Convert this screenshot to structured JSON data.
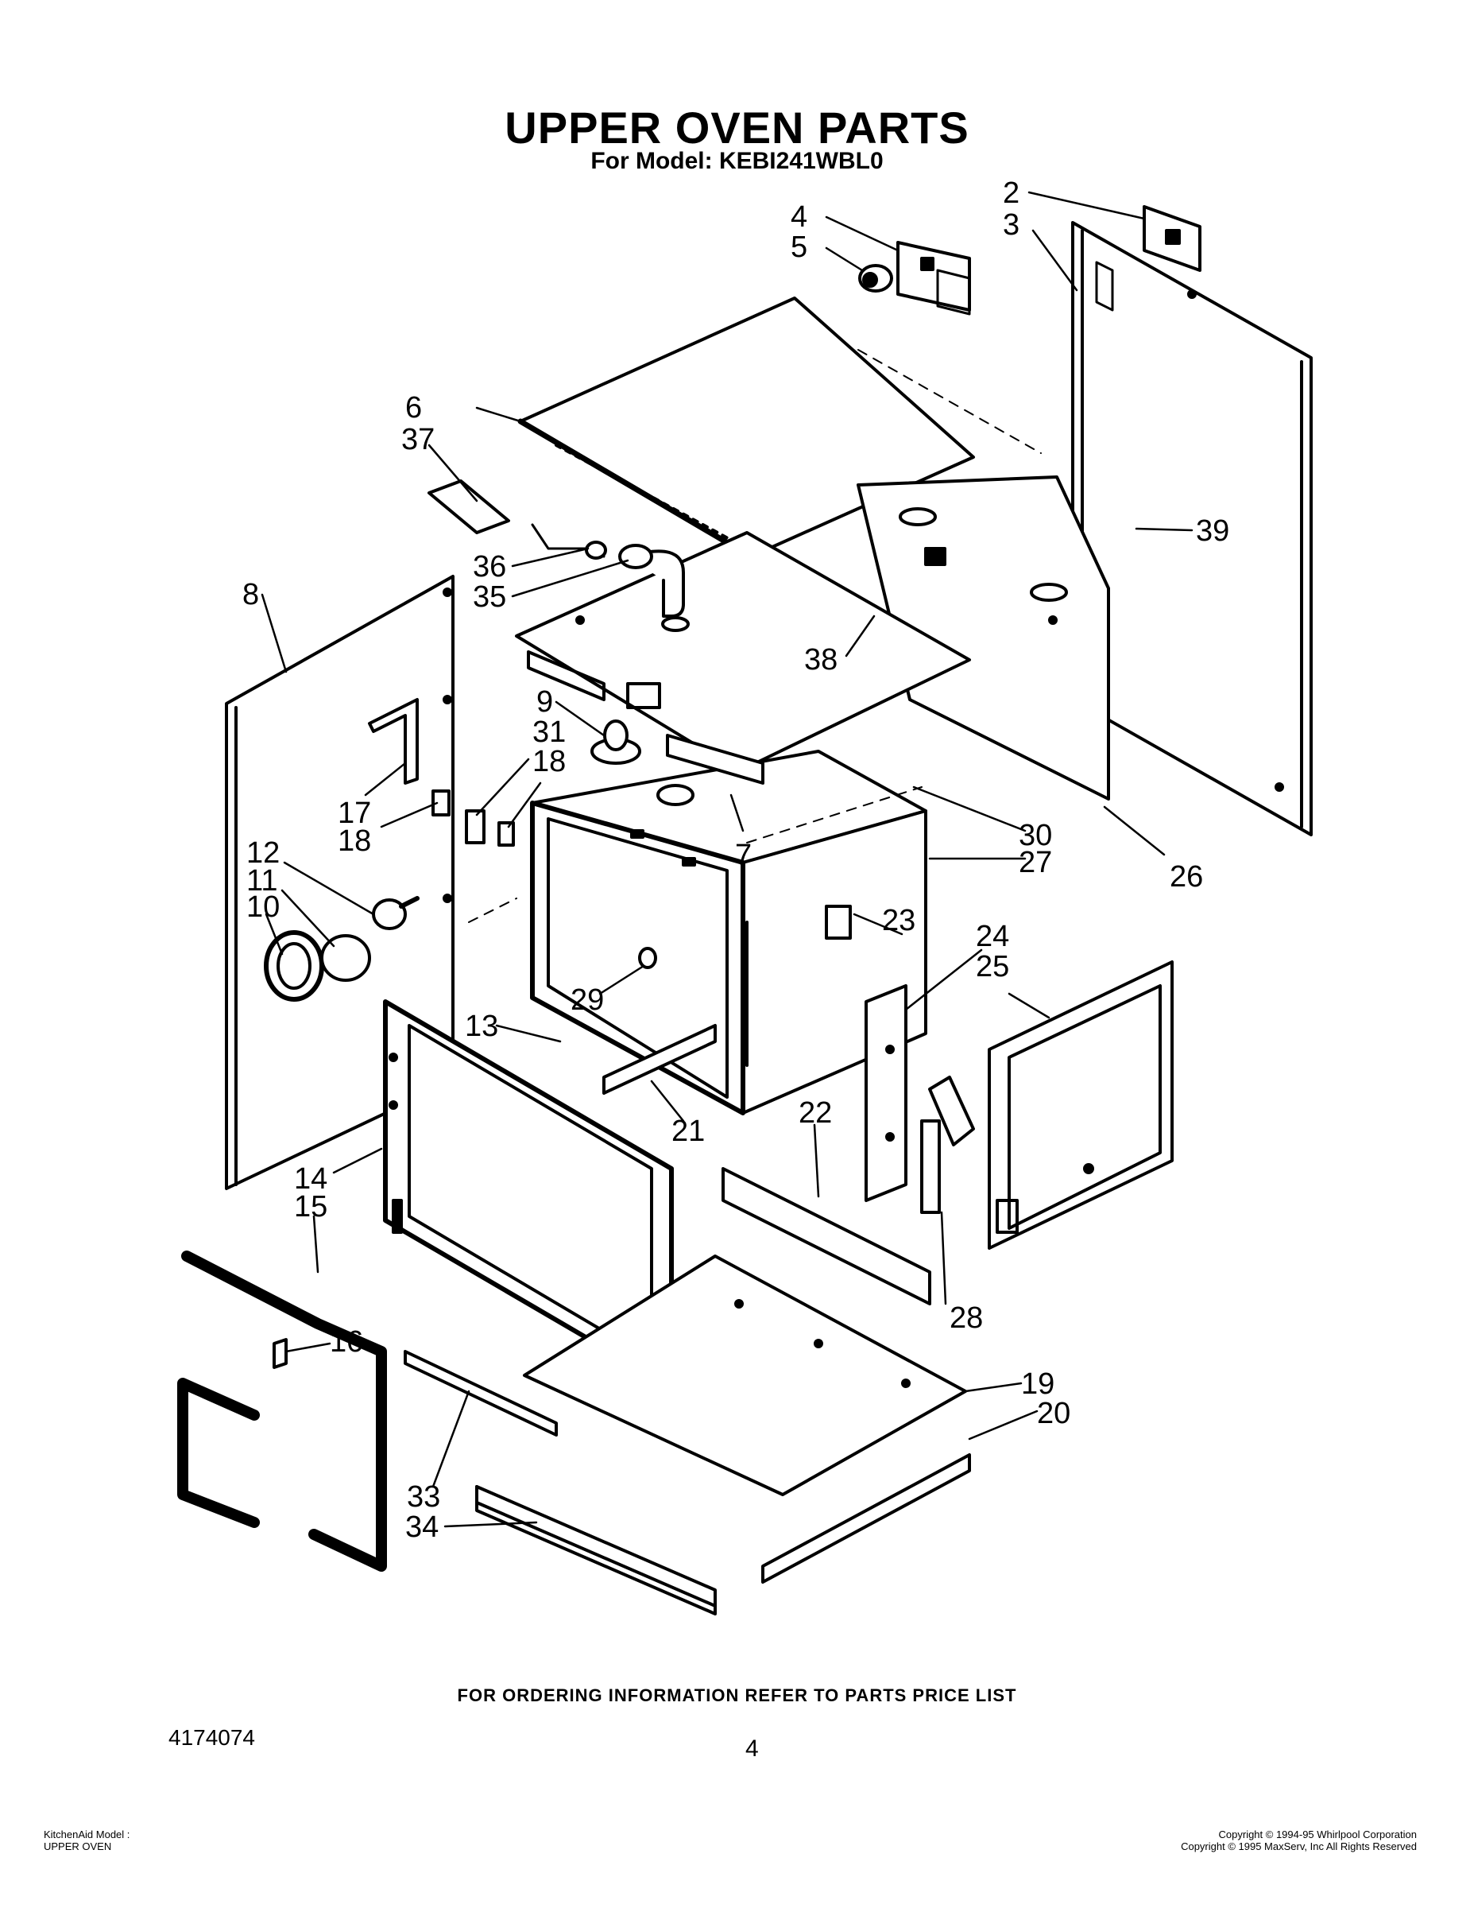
{
  "header": {
    "title": "UPPER OVEN PARTS",
    "model_line": "For Model: KEBI241WBL0"
  },
  "callouts": {
    "c2": "2",
    "c3": "3",
    "c4": "4",
    "c5": "5",
    "c6": "6",
    "c37": "37",
    "c36": "36",
    "c35": "35",
    "c39": "39",
    "c8": "8",
    "c38": "38",
    "c9": "9",
    "c31": "31",
    "c18a": "18",
    "c17": "17",
    "c18b": "18",
    "c7": "7",
    "c30": "30",
    "c27": "27",
    "c26": "26",
    "c12": "12",
    "c11": "11",
    "c10": "10",
    "c23": "23",
    "c24": "24",
    "c25": "25",
    "c29": "29",
    "c13": "13",
    "c21": "21",
    "c22": "22",
    "c14": "14",
    "c15": "15",
    "c28": "28",
    "c16": "16",
    "c19": "19",
    "c20": "20",
    "c33": "33",
    "c34": "34"
  },
  "footer": {
    "ordering_note": "FOR ORDERING INFORMATION REFER TO PARTS PRICE LIST",
    "doc_number": "4174074",
    "page_number": "4",
    "bottom_left_1": "KitchenAid Model :",
    "bottom_left_2": "UPPER OVEN",
    "copyright_1": "Copyright © 1994-95 Whirlpool Corporation",
    "copyright_2": "Copyright © 1995 MaxServ, Inc   All Rights Reserved"
  }
}
